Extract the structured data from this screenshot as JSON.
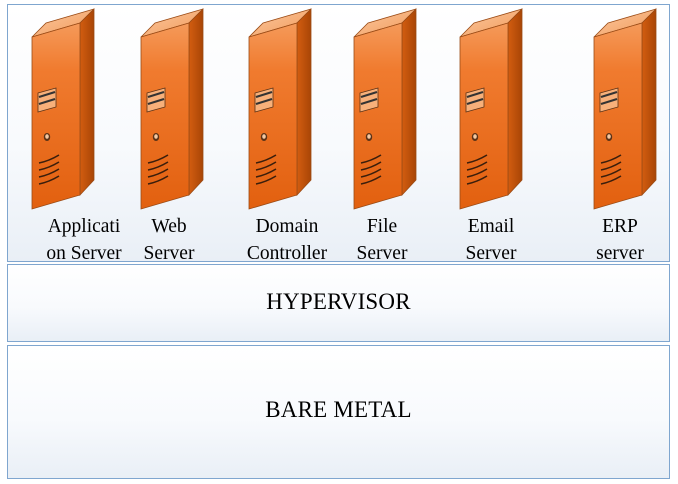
{
  "servers": [
    {
      "line1": "Applicati",
      "line2": "on Server"
    },
    {
      "line1": "Web",
      "line2": "Server"
    },
    {
      "line1": "Domain",
      "line2": "Controller"
    },
    {
      "line1": "File",
      "line2": "Server"
    },
    {
      "line1": "Email",
      "line2": "Server"
    },
    {
      "line1": "ERP",
      "line2": "server"
    }
  ],
  "hypervisor": {
    "label": "HYPERVISOR"
  },
  "bare_metal": {
    "label": "BARE METAL"
  },
  "colors": {
    "server_front": "#ec6b17",
    "server_side": "#c25309",
    "server_top": "#f7b07a",
    "panel_border": "#7fa6cf"
  }
}
